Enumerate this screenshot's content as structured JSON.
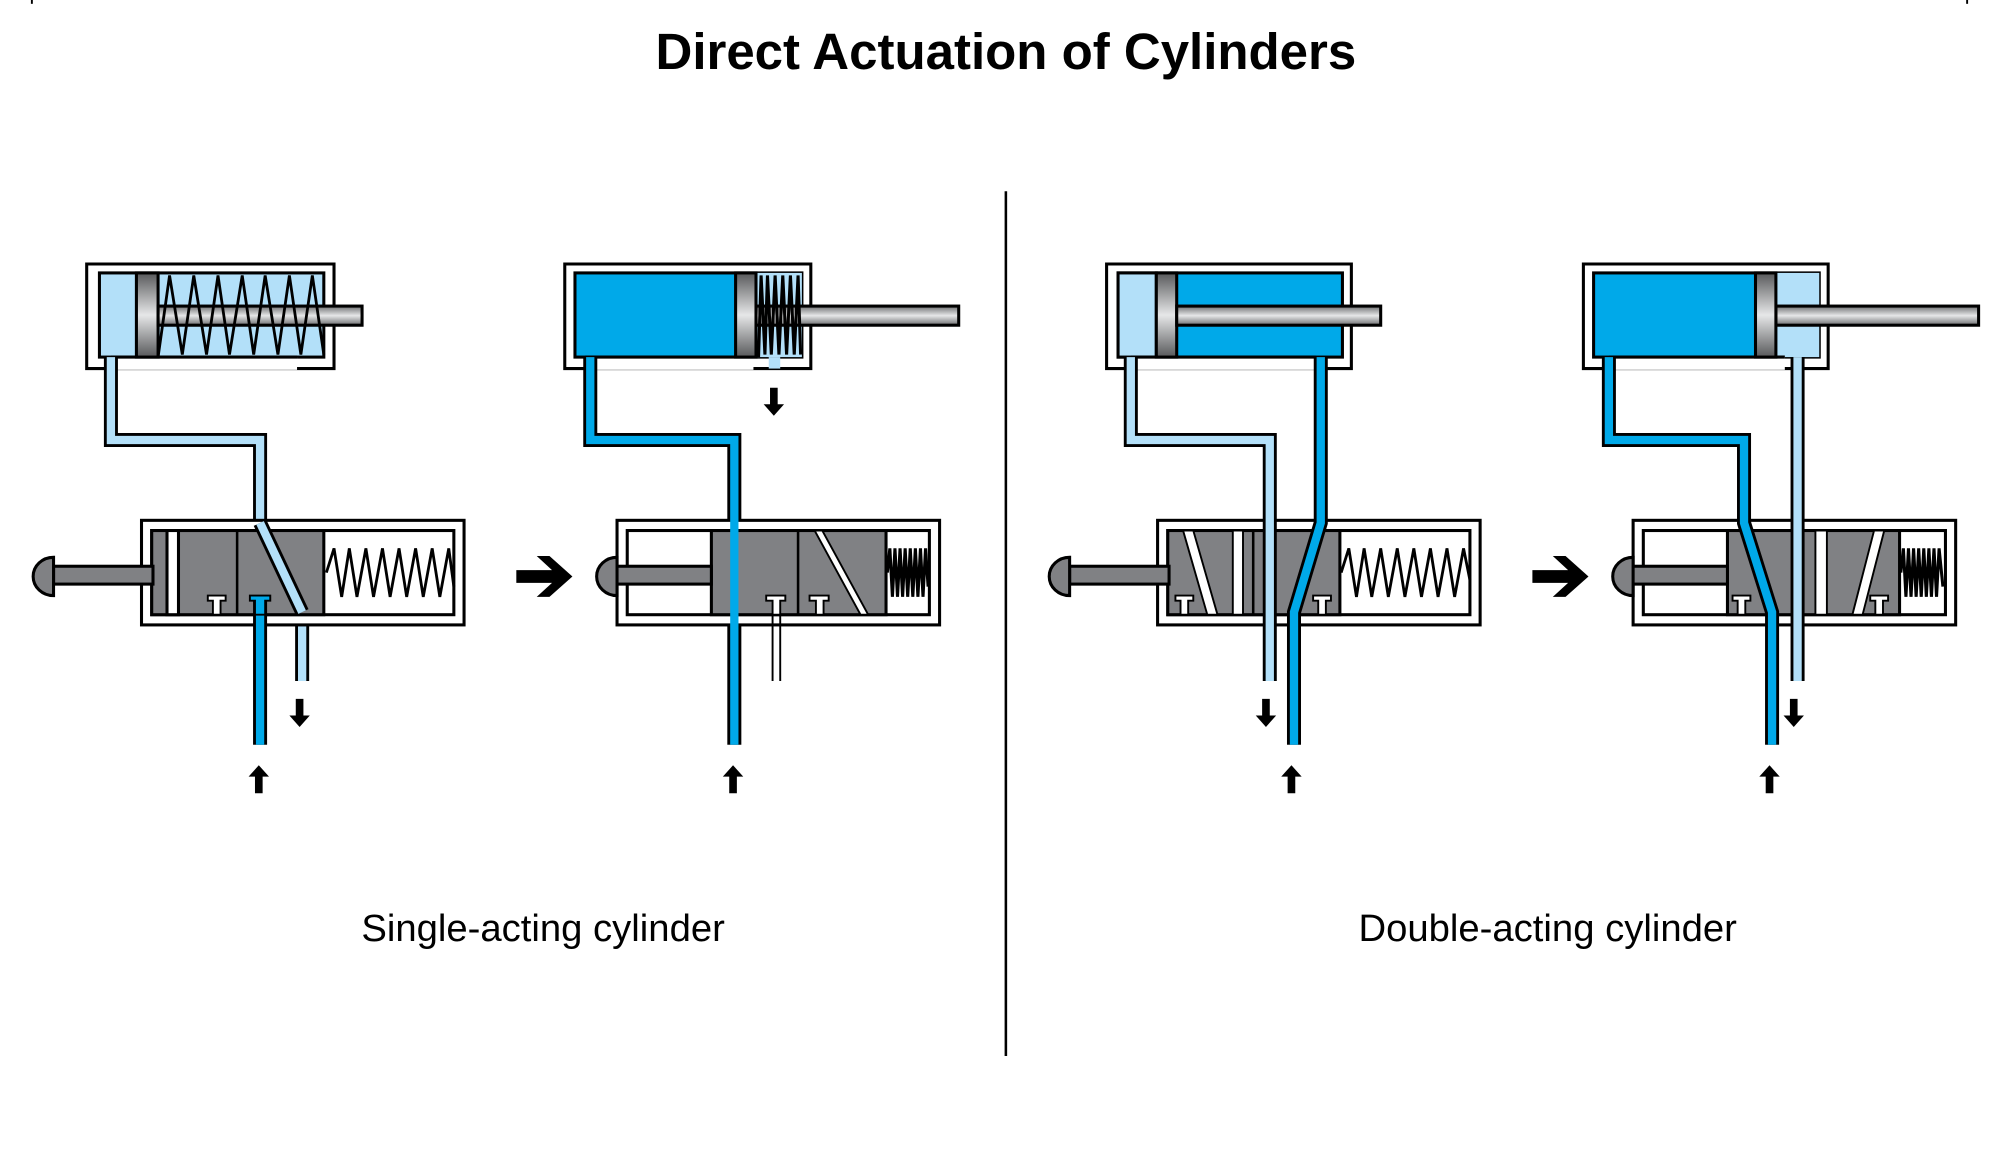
{
  "title": "Direct Actuation of Cylinders",
  "colors": {
    "pressurized": "#00a9e9",
    "exhaust": "#b3e0f9",
    "valve_body": "#808184",
    "outline": "#000000",
    "background": "#ffffff"
  },
  "sections": [
    {
      "caption": "Single-acting cylinder",
      "states": [
        {
          "name": "rest",
          "cylinder_chamber": "exhaust",
          "rod": "retracted",
          "spring": "extended",
          "valve": "not-actuated",
          "supply_arrow": "up",
          "exhaust_arrow": "down"
        },
        {
          "name": "actuated",
          "cylinder_chamber": "pressurized",
          "rod": "extended",
          "spring": "compressed",
          "valve": "actuated",
          "supply_arrow": "up",
          "exhaust_arrow": "down"
        }
      ],
      "transition_arrow": "right"
    },
    {
      "caption": "Double-acting cylinder",
      "states": [
        {
          "name": "rest",
          "cylinder_chamber": "exhaust",
          "rod_side_chamber": "pressurized",
          "rod": "retracted",
          "valve": "not-actuated",
          "supply_arrow": "up",
          "exhaust_arrow": "down"
        },
        {
          "name": "actuated",
          "cylinder_chamber": "pressurized",
          "rod_side_chamber": "exhaust",
          "rod": "extended",
          "valve": "actuated",
          "supply_arrow": "up",
          "exhaust_arrow": "down"
        }
      ],
      "transition_arrow": "right"
    }
  ]
}
